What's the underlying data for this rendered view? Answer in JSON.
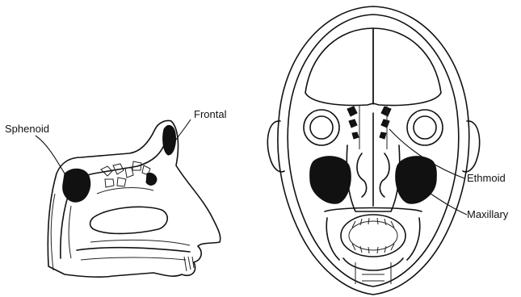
{
  "labels": {
    "sphenoid": "Sphenoid",
    "frontal": "Frontal",
    "ethmoid": "Ethmoid",
    "maxillary": "Maxillary"
  },
  "colors": {
    "ink": "#111111",
    "background": "#ffffff"
  }
}
